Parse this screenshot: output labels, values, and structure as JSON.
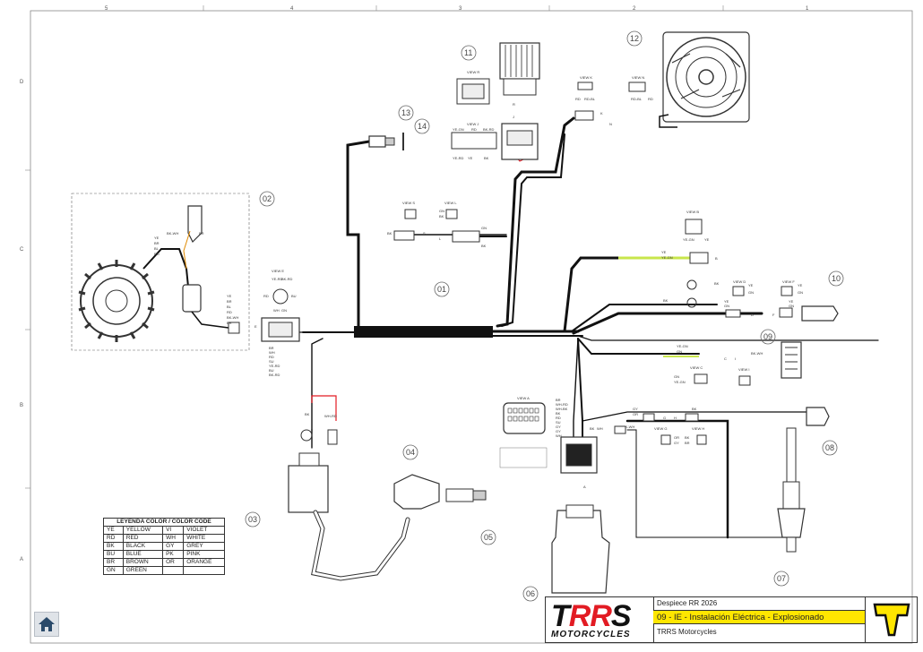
{
  "sheet": {
    "columns": [
      "5",
      "4",
      "3",
      "2",
      "1"
    ],
    "rows": [
      "D",
      "C",
      "B",
      "A"
    ]
  },
  "components": {
    "c01": "01",
    "c02": "02",
    "c03": "03",
    "c04": "04",
    "c05": "05",
    "c06": "06",
    "c07": "07",
    "c08": "08",
    "c09": "09",
    "c10": "10",
    "c11": "11",
    "c12": "12",
    "c13": "13",
    "c14": "14"
  },
  "views": {
    "view_r": "VIEW R",
    "view_k": "VIEW K",
    "view_n": "VIEW N",
    "view_j": "VIEW J",
    "view_s": "VIEW S",
    "view_l": "VIEW L",
    "view_b": "VIEW B",
    "view_e": "VIEW E",
    "view_d": "VIEW D",
    "view_f": "VIEW F",
    "view_c": "VIEW C",
    "view_i": "VIEW I",
    "view_a": "VIEW A",
    "view_g": "VIEW G",
    "view_h": "VIEW H"
  },
  "wire_labels": {
    "ye_gn": "YE-GN",
    "rd": "RD",
    "bk_rd": "BK-RD",
    "ye_rd": "YE-RD",
    "ye": "YE",
    "bk": "BK",
    "rd_bl": "RD-BL",
    "gn": "GN",
    "bk_wh": "BK-WH",
    "wh_rd": "WH-RD",
    "gy": "GY",
    "or": "OR",
    "bu": "BU",
    "br": "BR",
    "wh": "WH",
    "vi": "VI",
    "bl": "BL",
    "su": "SU",
    "wh_bk": "WH-BK",
    "wh_bk2": "WH BK",
    "ye_bk": "YE-BK"
  },
  "arrows": {
    "a": "A",
    "b": "B",
    "c": "C",
    "d": "D",
    "e": "E",
    "f": "F",
    "g": "G",
    "h": "H",
    "i": "I",
    "j": "J",
    "k": "K",
    "l": "L",
    "n": "N",
    "r": "R",
    "s": "S"
  },
  "legend": {
    "title": "LEYENDA COLOR / COLOR CODE",
    "rows": [
      [
        "YE",
        "YELLOW",
        "VI",
        "VIOLET"
      ],
      [
        "RD",
        "RED",
        "WH",
        "WHITE"
      ],
      [
        "BK",
        "BLACK",
        "GY",
        "GREY"
      ],
      [
        "BU",
        "BLUE",
        "PK",
        "PINK"
      ],
      [
        "BR",
        "BROWN",
        "OR",
        "ORANGE"
      ],
      [
        "GN",
        "GREEN",
        "",
        ""
      ]
    ]
  },
  "title_block": {
    "brand": "TRRS",
    "brand_sub": "MOTORCYCLES",
    "model": "Despiece RR 2026",
    "title": "09 - IE - Instalación Eléctrica - Explosionado",
    "company": "TRRS Motorcycles"
  },
  "colors": {
    "yellow": "#ffe600",
    "red": "#e21b23",
    "harness": "#111111",
    "green_wire": "#c8e64b"
  }
}
